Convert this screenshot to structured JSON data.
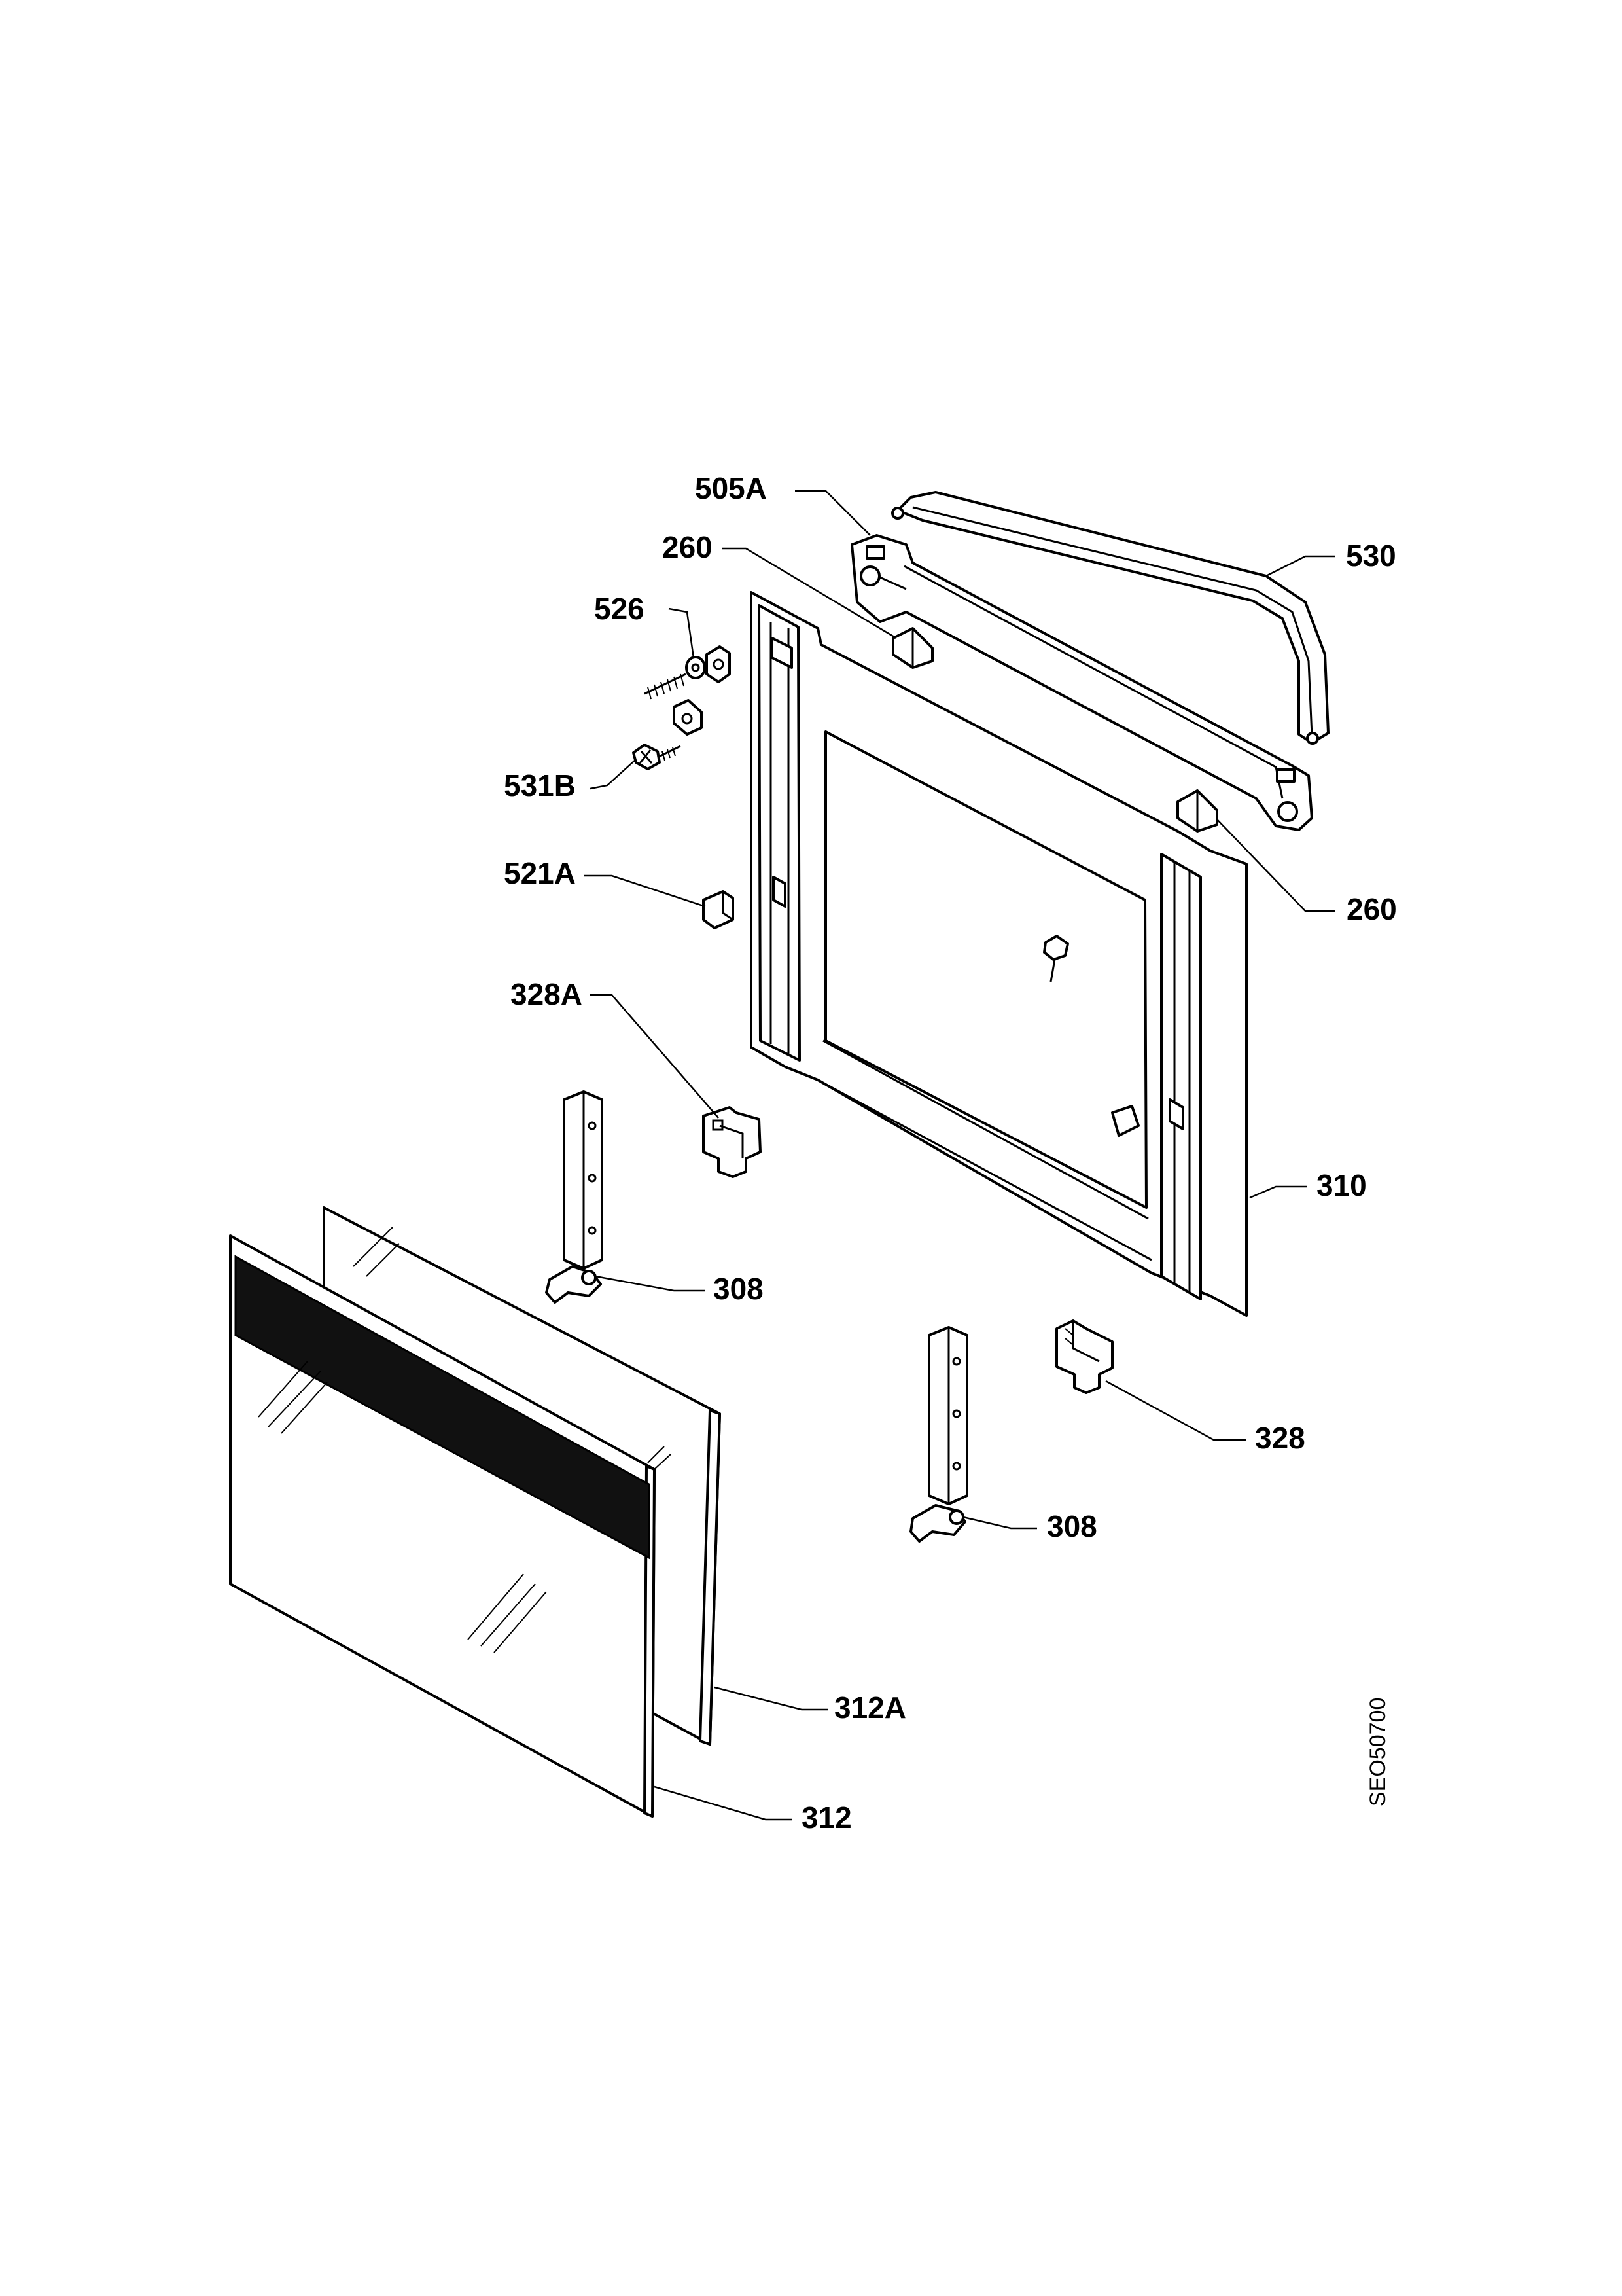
{
  "labels": {
    "l505A": "505A",
    "l260a": "260",
    "l530": "530",
    "l526": "526",
    "l531B": "531B",
    "l260b": "260",
    "l521A": "521A",
    "l328A": "328A",
    "l310": "310",
    "l308a": "308",
    "l328": "328",
    "l308b": "308",
    "l312A": "312A",
    "l312": "312"
  },
  "drawing_code": "SEO50700"
}
